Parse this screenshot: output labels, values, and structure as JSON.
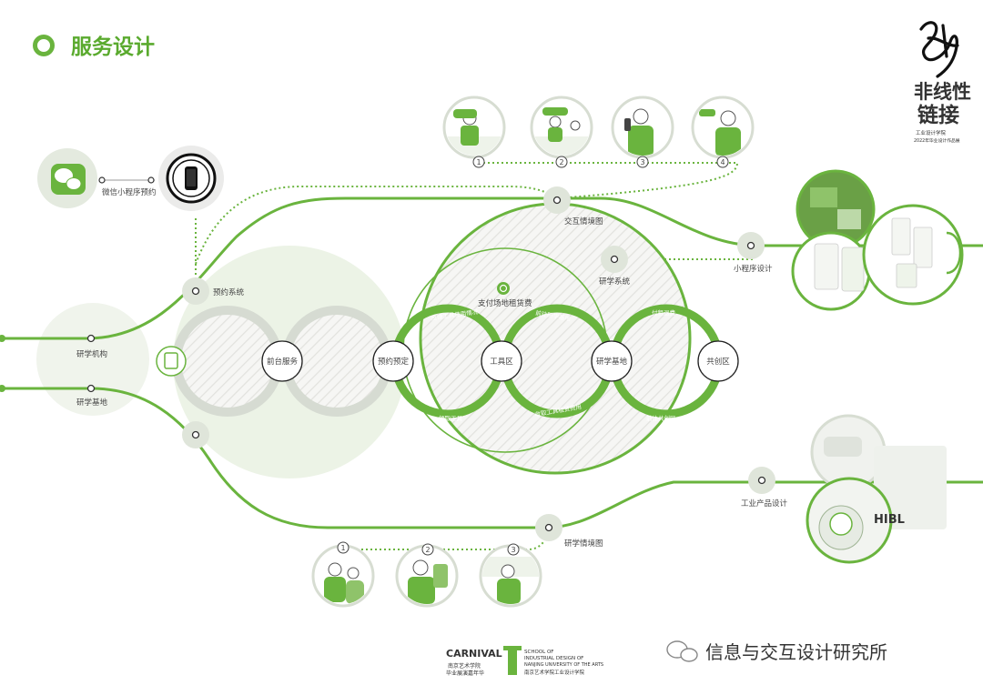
{
  "header": {
    "title": "服务设计"
  },
  "brand": {
    "logo_line1": "非线性",
    "logo_line2": "链接",
    "logo_sub1": "工业设计学院",
    "logo_sub2": "2022年毕业设计作品展"
  },
  "nodes": {
    "wechat_label": "微信小程序预约",
    "booking_system": "预约系统",
    "research_org": "研学机构",
    "research_base_left": "研学基地",
    "front_desk": "前台服务",
    "booking": "预约预定",
    "tool_area": "工具区",
    "research_base": "研学基地",
    "co_creation": "共创区",
    "pay_venue": "支付场地租赁费",
    "interaction_scene": "交互情境图",
    "research_system": "研学系统",
    "mini_program_design": "小程序设计",
    "industrial_design": "工业产品设计",
    "research_scene": "研学情境图",
    "product_brand": "HIBL"
  },
  "arc_labels": {
    "return_tool": "反馈工具使用情况",
    "go_base": "前往研学基地",
    "go_cocreate": "付租退费",
    "collect_tool": "领取工具",
    "rent_return": "收取工具租赁费用",
    "go_cocreate_bottom": "前往共创区"
  },
  "top_scenes": [
    "1",
    "2",
    "3",
    "4"
  ],
  "bottom_scenes": [
    "1",
    "2",
    "3"
  ],
  "footer": {
    "carnival": "CARNIVAL",
    "carnival_sub1": "南京艺术学院",
    "carnival_sub2": "毕业展演嘉年华",
    "school_line1": "SCHOOL OF",
    "school_line2": "INDUSTRIAL DESIGN OF",
    "school_line3": "NANJING UNIVERSITY OF THE ARTS",
    "school_cn": "南京艺术学院工业设计学院",
    "watermark": "信息与交互设计研究所"
  },
  "colors": {
    "accent": "#6ab43e",
    "light": "#e9f2e1",
    "grey_node": "#dde3d8"
  }
}
